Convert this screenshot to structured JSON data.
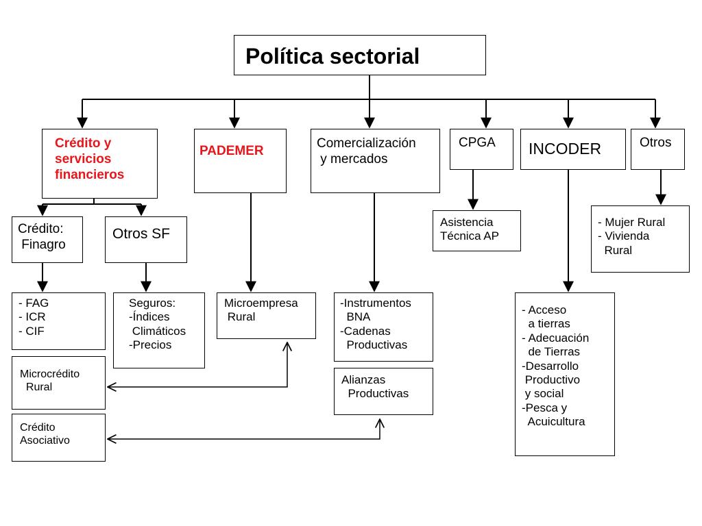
{
  "title": "Política sectorial",
  "level1": {
    "credito": "Crédito y\nservicios\nfinancieros",
    "pademer": "PADEMER",
    "comercializacion": "Comercialización\n y mercados",
    "cpga": "CPGA",
    "incoder": "INCODER",
    "otros": "Otros"
  },
  "level2": {
    "credito_finagro": "Crédito:\n Finagro",
    "otros_sf": "Otros SF",
    "asistencia": "Asistencia\nTécnica AP",
    "mujer_rural": "- Mujer Rural\n- Vivienda\n  Rural"
  },
  "level3": {
    "fag_icr_cif": "- FAG\n- ICR\n- CIF",
    "seguros": "Seguros:\n-Índices\n Climáticos\n-Precios",
    "microempresa": "Microempresa\n Rural",
    "instrumentos": "-Instrumentos\n  BNA\n-Cadenas\n  Productivas",
    "incoder_items": "- Acceso\n  a tierras\n- Adecuación\n  de Tierras\n-Desarrollo\n Productivo\n y social\n-Pesca y\n  Acuicultura"
  },
  "level4": {
    "microcredito": "Microcrédito\n  Rural",
    "credito_asociativo": "Crédito\nAsociativo",
    "alianzas": "Alianzas\n  Productivas"
  },
  "colors": {
    "line": "#000000",
    "accent_text": "#e8161b"
  }
}
